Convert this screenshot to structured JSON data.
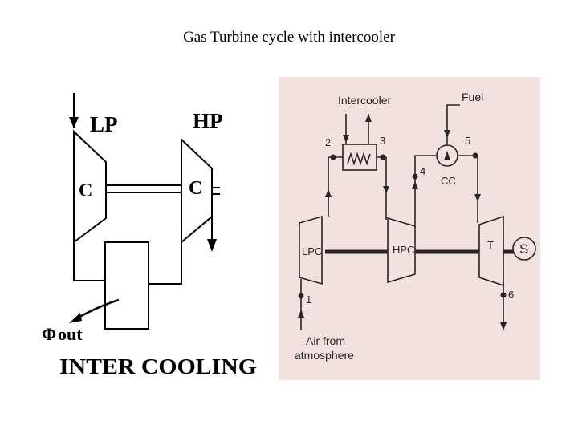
{
  "title": "Gas Turbine cycle with intercooler",
  "left_diagram": {
    "lp_label": "LP",
    "hp_label": "HP",
    "lp_compressor_label": "C",
    "hp_compressor_label": "C",
    "heat_out_symbol": "Φ",
    "heat_out_text": "out",
    "caption": "INTER COOLING"
  },
  "right_diagram": {
    "intercooler_label": "Intercooler",
    "fuel_label": "Fuel",
    "combustion_chamber_label": "CC",
    "lpc_label": "LPC",
    "hpc_label": "HPC",
    "turbine_label": "T",
    "shaft_output_label": "S",
    "air_inlet_label_line1": "Air from",
    "air_inlet_label_line2": "atmosphere",
    "state_points": [
      "1",
      "2",
      "3",
      "4",
      "5",
      "6"
    ]
  },
  "colors": {
    "ink": "#000000",
    "right_panel_bg": "#f1e2de",
    "right_ink": "#2b2424"
  }
}
